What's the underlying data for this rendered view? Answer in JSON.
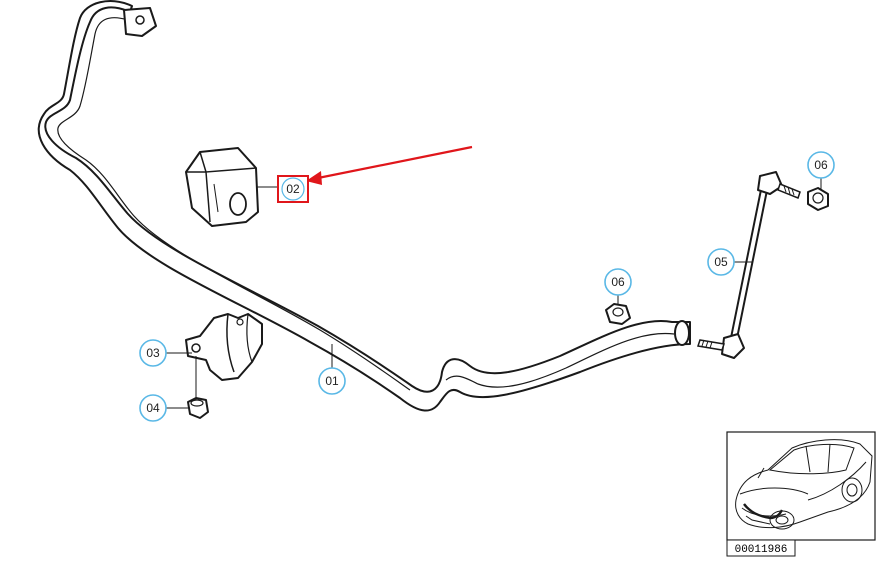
{
  "callouts": [
    {
      "id": "01",
      "label": "01",
      "highlighted": false
    },
    {
      "id": "02",
      "label": "02",
      "highlighted": true
    },
    {
      "id": "03",
      "label": "03",
      "highlighted": false
    },
    {
      "id": "04",
      "label": "04",
      "highlighted": false
    },
    {
      "id": "05",
      "label": "05",
      "highlighted": false
    },
    {
      "id": "06a",
      "label": "06",
      "highlighted": false
    },
    {
      "id": "06b",
      "label": "06",
      "highlighted": false
    }
  ],
  "reference_number": "00011986",
  "colors": {
    "callout_circle": "#5ab8e6",
    "highlight": "#e0161b",
    "line": "#1a1a1a",
    "part_fill": "#ffffff"
  },
  "icons": [
    "car-thumbnail-icon"
  ]
}
